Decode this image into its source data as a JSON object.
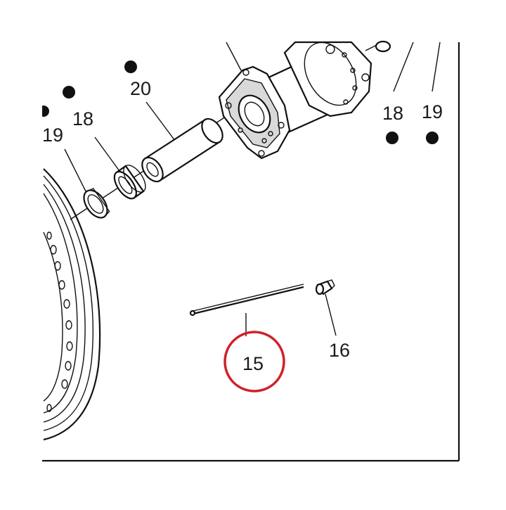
{
  "diagram": {
    "labels": {
      "spoke": "15",
      "nipple": "16",
      "bearing_left": "18",
      "bearing_right": "18",
      "seal_left": "19",
      "seal_right": "19",
      "spacer": "20"
    },
    "highlight_color": "#d0202a",
    "line_color": "#111111",
    "dot_color": "#111111"
  }
}
